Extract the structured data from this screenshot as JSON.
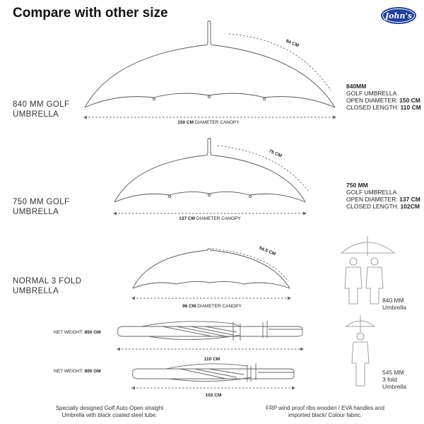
{
  "title": "Compare with other size",
  "logo": {
    "text": "John's",
    "color": "#1f3f98"
  },
  "rows": [
    {
      "label_line1": "840 MM GOLF",
      "label_line2": "UMBRELLA",
      "arc_label": "84 CM",
      "diameter_value": "150 CM",
      "diameter_text": "DIAMETER CANOPY",
      "spec": {
        "model": "840MM",
        "type": "GOLF UMBRELLA",
        "open_label": "OPEN DIAMETER:",
        "open_value": "150 CM",
        "closed_label": "CLOSED LENGTH:",
        "closed_value": "110 CM"
      }
    },
    {
      "label_line1": "750 MM GOLF",
      "label_line2": "UMBRELLA",
      "arc_label": "75 CM",
      "diameter_value": "137 CM",
      "diameter_text": "DIAMETER CANOPY",
      "spec": {
        "model": "750 MM",
        "type": "GOLF UMBRELLA",
        "open_label": "OPEN DIAMETER:",
        "open_value": "137 CM",
        "closed_label": "CLOSED LENGTH:",
        "closed_value": "102CM"
      }
    },
    {
      "label_line1": "NORMAL 3 FOLD",
      "label_line2": "UMBRELLA",
      "arc_label": "54.5 CM",
      "diameter_value": "96 CM",
      "diameter_text": "DIAMETER CANOPY"
    }
  ],
  "closed": [
    {
      "weight_label": "NET WEIGHT:",
      "weight_value": "850 GM",
      "length": "110 CM"
    },
    {
      "weight_label": "NET WEIGHT:",
      "weight_value": "800 GM",
      "length": "102 CM"
    }
  ],
  "humans": [
    {
      "line1": "840 MM",
      "line2": "Umbrella"
    },
    {
      "line1": "545 MM",
      "line2": "3 fold",
      "line3": "Umbrella"
    }
  ],
  "captions": {
    "left_line1": "Specially designed Golf Auto-Open straight",
    "left_line2": "Umbrella with black coated steel tube.",
    "right_line1": "FRP wind proof ribs wooden / EVA handles and",
    "right_line2": "imported black/ Colour fabric."
  },
  "colors": {
    "stroke": "#555555",
    "dash": "#666666",
    "text": "#222222"
  }
}
